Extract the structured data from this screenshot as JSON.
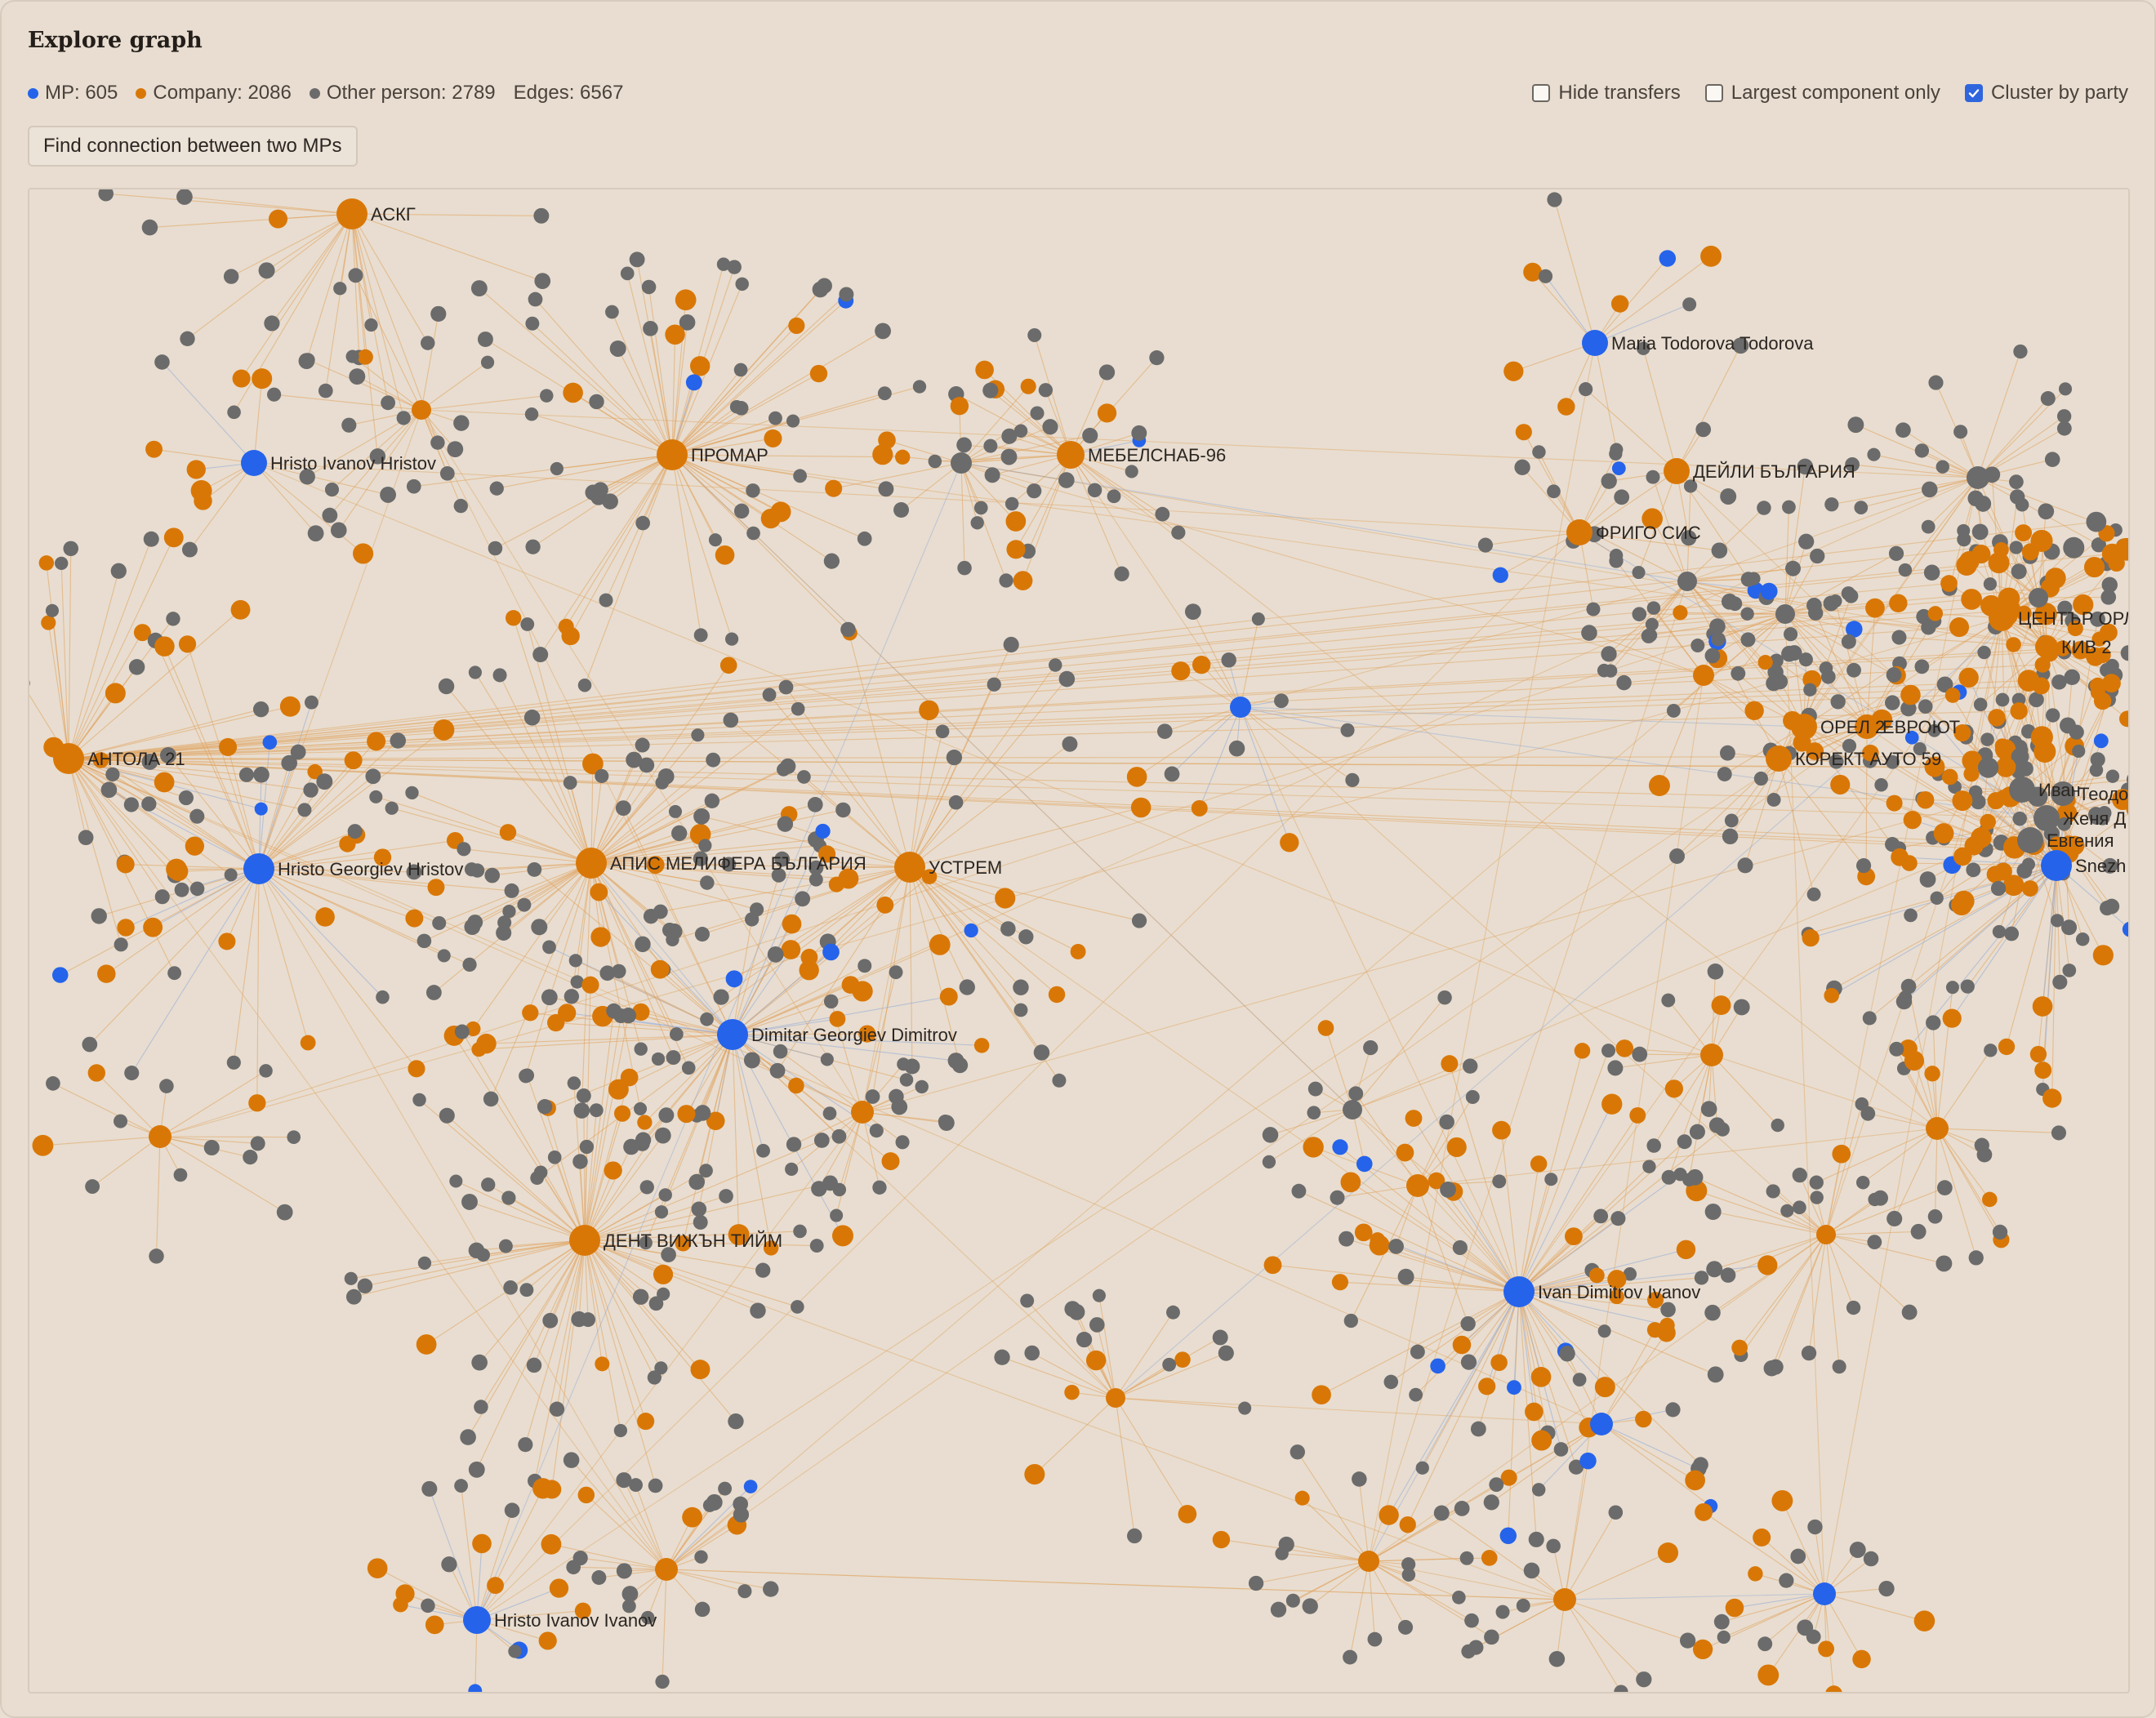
{
  "header": {
    "title": "Explore graph"
  },
  "stats": [
    {
      "label": "MP: 605",
      "color": "#2563eb"
    },
    {
      "label": "Company: 2086",
      "color": "#d97706"
    },
    {
      "label": "Other person: 2789",
      "color": "#6b6b6b"
    },
    {
      "label": "Edges: 6567",
      "color": ""
    }
  ],
  "toolbar": {
    "hide_transfers": {
      "label": "Hide transfers",
      "checked": false
    },
    "largest_component": {
      "label": "Largest component only",
      "checked": false
    },
    "cluster_by_party": {
      "label": "Cluster by party",
      "checked": true
    },
    "find_connection_label": "Find connection between two MPs"
  },
  "colors": {
    "mp": "#2563eb",
    "company": "#d97706",
    "person": "#6b6b6b",
    "edge_company": "#e0a15a",
    "edge_mp": "#8ea8d8"
  },
  "graph": {
    "labeled_nodes": [
      {
        "label": "АСКГ",
        "type": "company"
      },
      {
        "label": "Hristo Ivanov Hristov",
        "type": "mp"
      },
      {
        "label": "ПРОМАР",
        "type": "company"
      },
      {
        "label": "МЕБЕЛСНАБ-96",
        "type": "company"
      },
      {
        "label": "Maria Todorova Todorova",
        "type": "mp"
      },
      {
        "label": "ДЕЙЛИ БЪЛГАРИЯ",
        "type": "company"
      },
      {
        "label": "ФРИГО СИС",
        "type": "company"
      },
      {
        "label": "ЦЕНТЪР ОРЛИ",
        "type": "company"
      },
      {
        "label": "КИВ 2",
        "type": "company"
      },
      {
        "label": "АНТОЛА 21",
        "type": "company"
      },
      {
        "label": "Hristo Georgiev Hristov",
        "type": "mp"
      },
      {
        "label": "АПИС МЕЛИФЕРА БЪЛГАРИЯ",
        "type": "company"
      },
      {
        "label": "УСТРЕМ",
        "type": "company"
      },
      {
        "label": "ОРЕЛ 2",
        "type": "company"
      },
      {
        "label": "ЕВРОЮТ",
        "type": "company"
      },
      {
        "label": "КОРЕКТ АУТО 59",
        "type": "company"
      },
      {
        "label": "Иван",
        "type": "person"
      },
      {
        "label": "Теодор",
        "type": "person"
      },
      {
        "label": "Женя Д",
        "type": "person"
      },
      {
        "label": "Евгения",
        "type": "person"
      },
      {
        "label": "Snezh",
        "type": "mp"
      },
      {
        "label": "Dimitar Georgiev Dimitrov",
        "type": "mp"
      },
      {
        "label": "ДЕНТ ВИЖЪН ТИЙМ",
        "type": "company"
      },
      {
        "label": "Ivan Dimitrov Ivanov",
        "type": "mp"
      },
      {
        "label": "Hristo Ivanov Ivanov",
        "type": "mp"
      }
    ]
  }
}
